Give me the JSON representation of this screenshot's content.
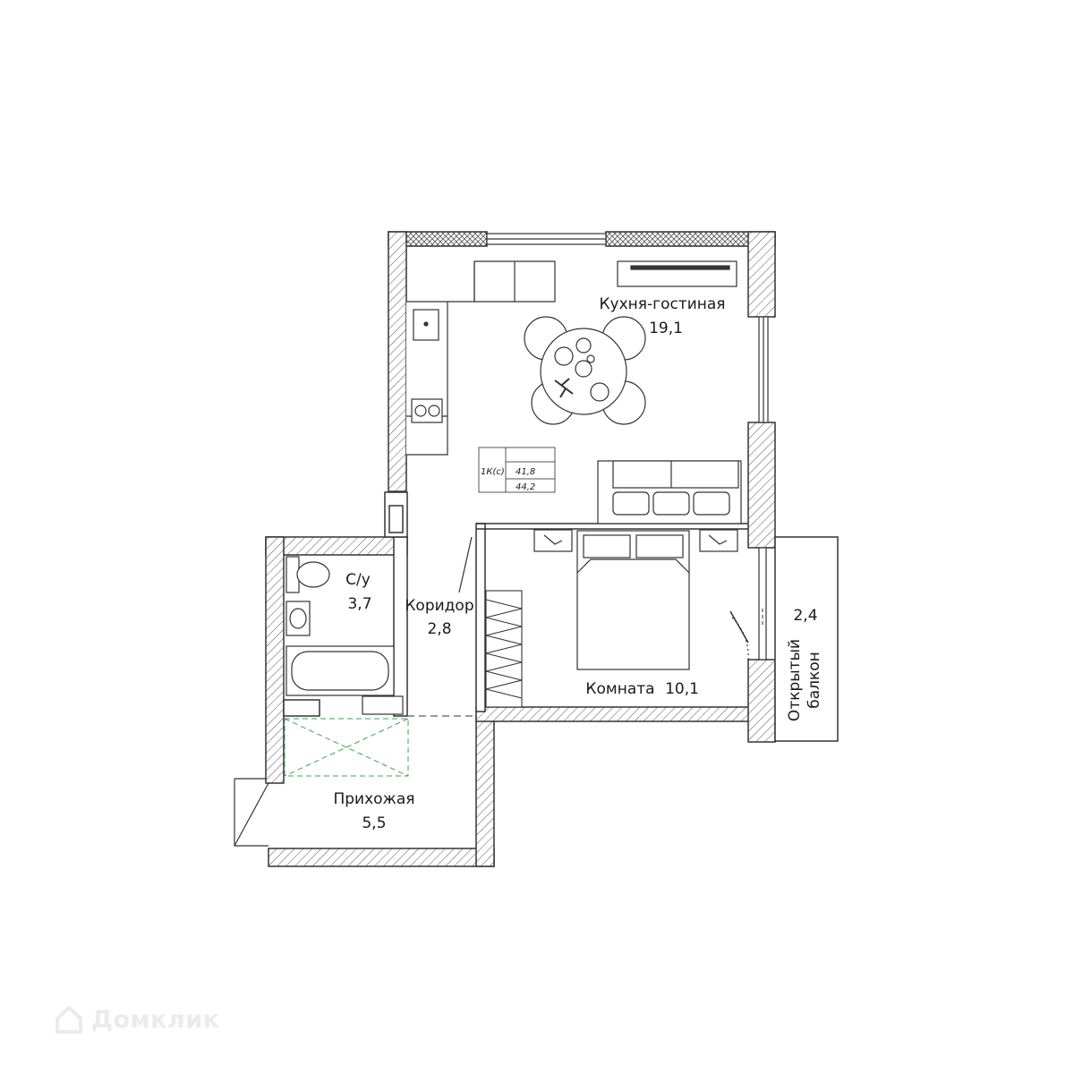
{
  "rooms": {
    "kitchen": {
      "name": "Кухня-гостиная",
      "area": "19,1"
    },
    "bathroom": {
      "name": "С/у",
      "area": "3,7"
    },
    "corridor": {
      "name": "Коридор",
      "area": "2,8"
    },
    "bedroom": {
      "name": "Комната",
      "area": "10,1"
    },
    "hall": {
      "name": "Прихожая",
      "area": "5,5"
    },
    "balcony": {
      "name_line1": "Открытый",
      "name_line2": "балкон",
      "area": "2,4"
    }
  },
  "legend": {
    "type": "1К(с)",
    "area_living": "41,8",
    "area_total": "44,2"
  },
  "watermark": {
    "text": "Домклик"
  },
  "colors": {
    "wall": "#333333",
    "hatch": "#555555",
    "dashed_green": "#3aa64a",
    "watermark": "#ebebeb"
  }
}
